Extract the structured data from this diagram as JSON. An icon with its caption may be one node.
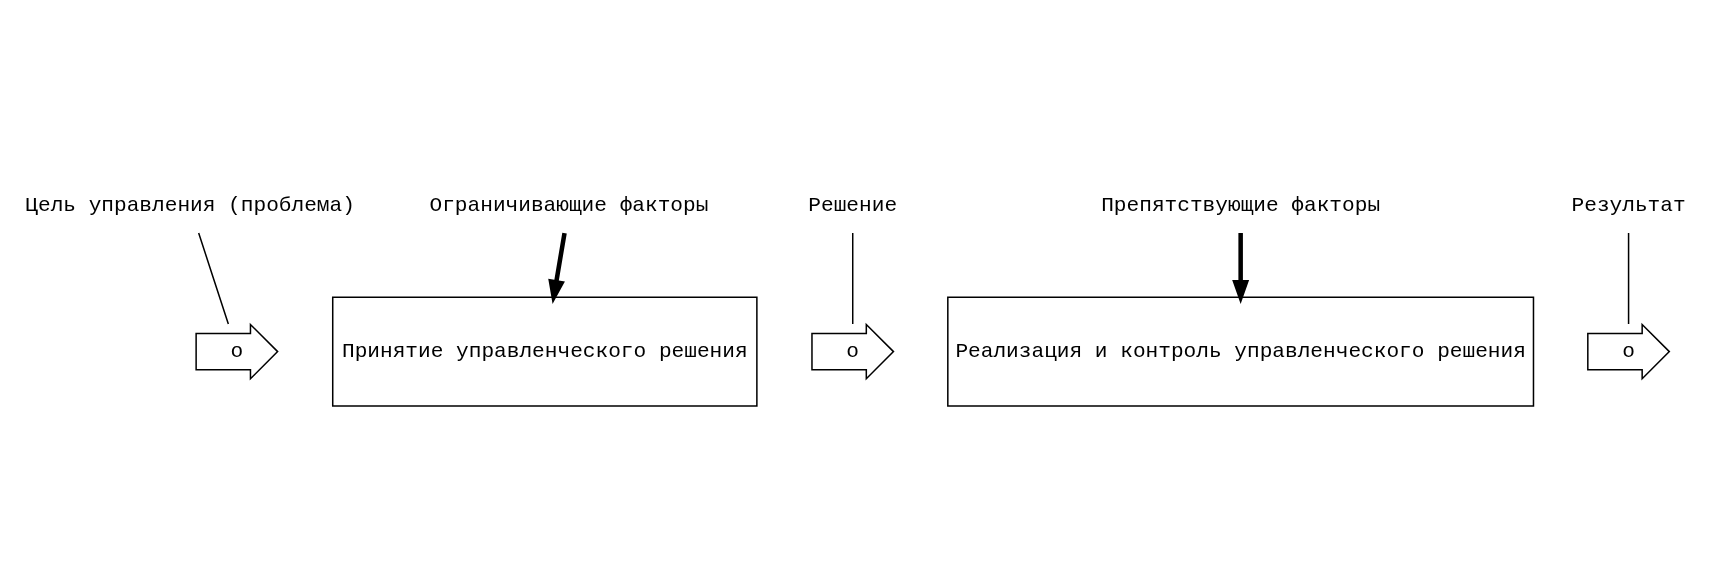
{
  "diagram": {
    "nodes": [
      {
        "text": [
          "Цель управления (проблема)"
        ]
      },
      {
        "text": [
          "о"
        ]
      },
      {
        "text": [
          "Ограничивающие факторы"
        ]
      },
      {
        "text": [
          "Принятие управленческого решения"
        ]
      },
      {
        "text": [
          "Решение"
        ]
      },
      {
        "text": [
          "о"
        ]
      },
      {
        "text": [
          "Препятствующие факторы"
        ]
      },
      {
        "text": [
          "Реализация и контроль управленческого решения"
        ]
      },
      {
        "text": [
          "Результат"
        ]
      },
      {
        "text": [
          "о"
        ]
      }
    ],
    "edges": [
      {
        "from": 0,
        "to": 1,
        "arrow": "none"
      },
      {
        "from": 2,
        "to": 3,
        "arrow": "to",
        "style": "thick"
      },
      {
        "from": 4,
        "to": 5,
        "arrow": "none"
      },
      {
        "from": 6,
        "to": 7,
        "arrow": "to",
        "style": "thick"
      },
      {
        "from": 8,
        "to": 9,
        "arrow": "none"
      }
    ]
  }
}
